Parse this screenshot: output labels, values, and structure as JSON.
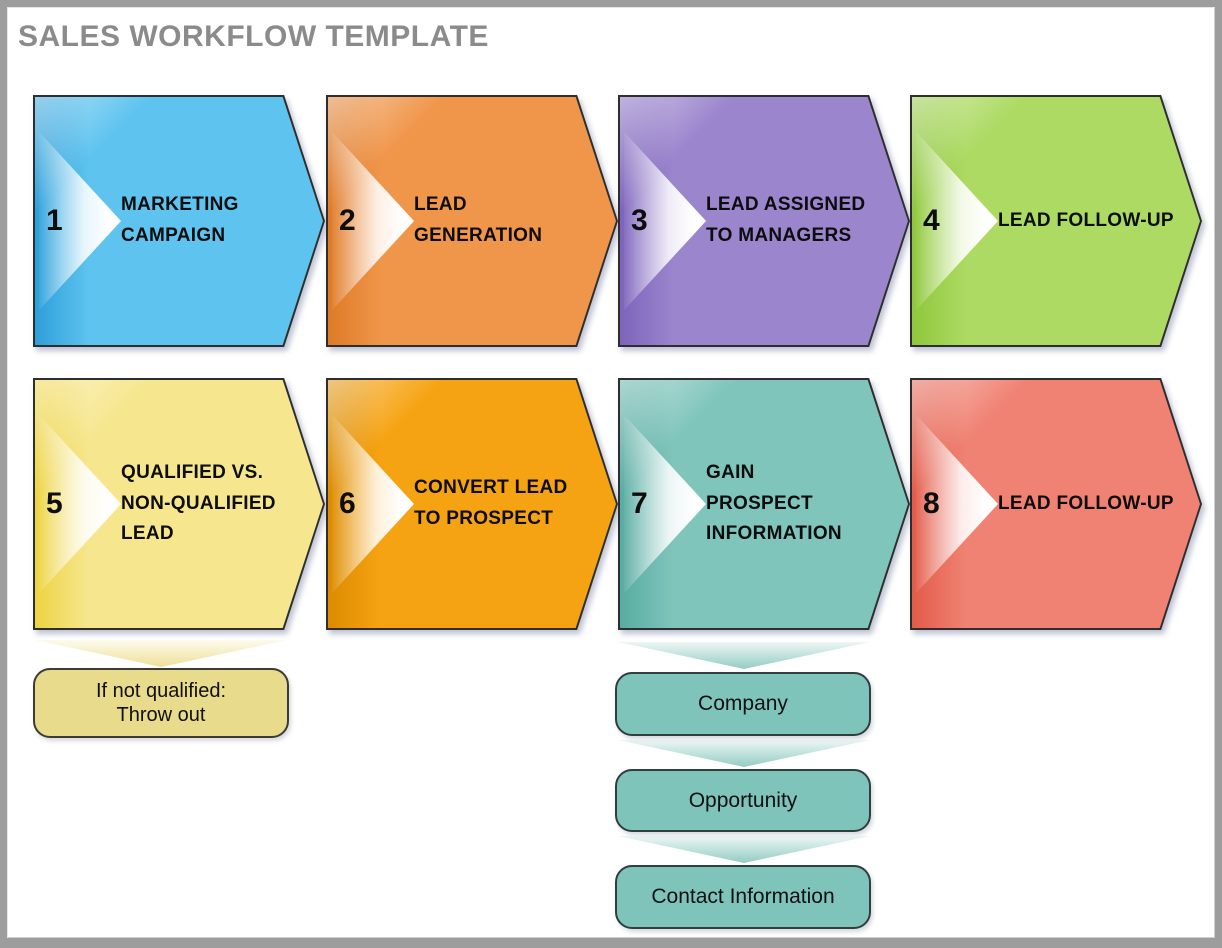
{
  "title": "SALES WORKFLOW TEMPLATE",
  "colors": {
    "title_text": "#8b8b8b",
    "page_border": "#9d9d9d",
    "note_fill": "#e8db8b",
    "info_fill": "#7fc4bb"
  },
  "steps": [
    {
      "number": "1",
      "label": "MARKETING\nCAMPAIGN",
      "fill": "#5ec3ef",
      "dark": "#2d9fd9"
    },
    {
      "number": "2",
      "label": "LEAD\nGENERATION",
      "fill": "#f0964b",
      "dark": "#de7a27"
    },
    {
      "number": "3",
      "label": "LEAD ASSIGNED\nTO MANAGERS",
      "fill": "#9b85cd",
      "dark": "#7d64bc"
    },
    {
      "number": "4",
      "label": "LEAD FOLLOW-UP",
      "fill": "#acda62",
      "dark": "#8fc73c"
    },
    {
      "number": "5",
      "label": "QUALIFIED VS.\nNON-QUALIFIED\nLEAD",
      "fill": "#f6e78f",
      "dark": "#edd341"
    },
    {
      "number": "6",
      "label": "CONVERT LEAD\nTO PROSPECT",
      "fill": "#f6a313",
      "dark": "#dc8b00"
    },
    {
      "number": "7",
      "label": "GAIN\nPROSPECT\nINFORMATION",
      "fill": "#80c5bc",
      "dark": "#58aca2"
    },
    {
      "number": "8",
      "label": "LEAD FOLLOW-UP",
      "fill": "#f08273",
      "dark": "#e25b49"
    }
  ],
  "callouts": {
    "qualify_note": {
      "text": "If not qualified:\nThrow out"
    },
    "info_boxes": [
      {
        "label": "Company"
      },
      {
        "label": "Opportunity"
      },
      {
        "label": "Contact Information"
      }
    ]
  }
}
